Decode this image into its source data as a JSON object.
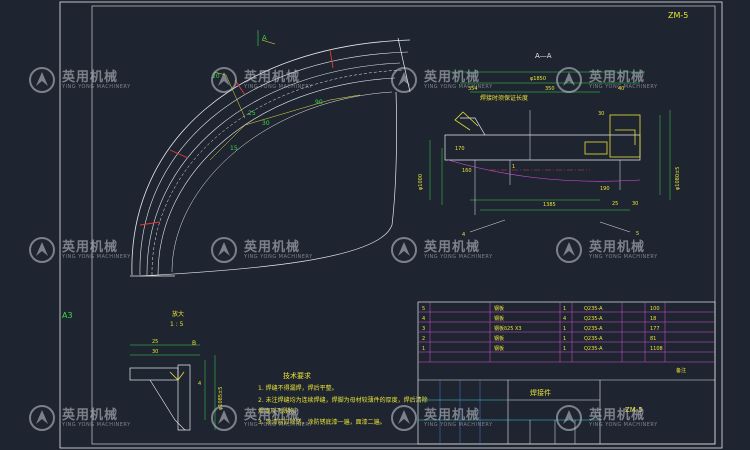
{
  "sheet": {
    "code": "ZM-5",
    "sheet_size": "A3"
  },
  "section": {
    "label_a": "A",
    "title": "A—A",
    "note": "焊接时须保证长度",
    "dims": [
      "φ1850",
      "354",
      "350",
      "40",
      "30",
      "170",
      "160",
      "φ1000",
      "1385",
      "190",
      "1",
      "4",
      "5",
      "φ1080±5",
      "25",
      "30"
    ]
  },
  "arc_dims": [
    "90",
    "30",
    "15",
    "20",
    "25"
  ],
  "detail": {
    "title": "放大",
    "scale": "1 : 5",
    "marks": [
      "25",
      "30",
      "B",
      "4",
      "φ1085±5"
    ]
  },
  "requirements": {
    "title": "技术要求",
    "lines": [
      "1. 焊缝不得漏焊，焊后平整。",
      "2. 未注焊缝均为连续焊缝，焊脚为母材较薄件的厚度，焊后清除",
      "   焊渣及飞溅物。",
      "3. 涂漆前应除锈，涂防锈底漆一遍，面漆二遍。"
    ]
  },
  "bom": {
    "rows": [
      {
        "no": "5",
        "name": "钢板",
        "qty": "1",
        "mat": "Q235-A",
        "wt": "100"
      },
      {
        "no": "4",
        "name": "钢板",
        "qty": "4",
        "mat": "Q235-A",
        "wt": "18"
      },
      {
        "no": "3",
        "name": "钢板δ25 X3",
        "qty": "1",
        "mat": "Q235-A",
        "wt": "177"
      },
      {
        "no": "2",
        "name": "钢板",
        "qty": "1",
        "mat": "Q235-A",
        "wt": "81"
      },
      {
        "no": "1",
        "name": "钢板",
        "qty": "1",
        "mat": "Q235-A",
        "wt": "1108"
      }
    ],
    "part_name": "焊接件",
    "code_box": "ZM-5",
    "remark": "备注"
  },
  "watermark": {
    "brand": "英用机械",
    "sub": "YING YONG MACHINERY"
  },
  "colors": {
    "bg": "#1f2530",
    "line": "#e6e8ec",
    "green": "#39d84a",
    "yellow": "#e8e237",
    "magenta": "#d94fd9",
    "red": "#e23b3b",
    "cyan": "#3fd6e0",
    "blue": "#4d7bd9"
  }
}
